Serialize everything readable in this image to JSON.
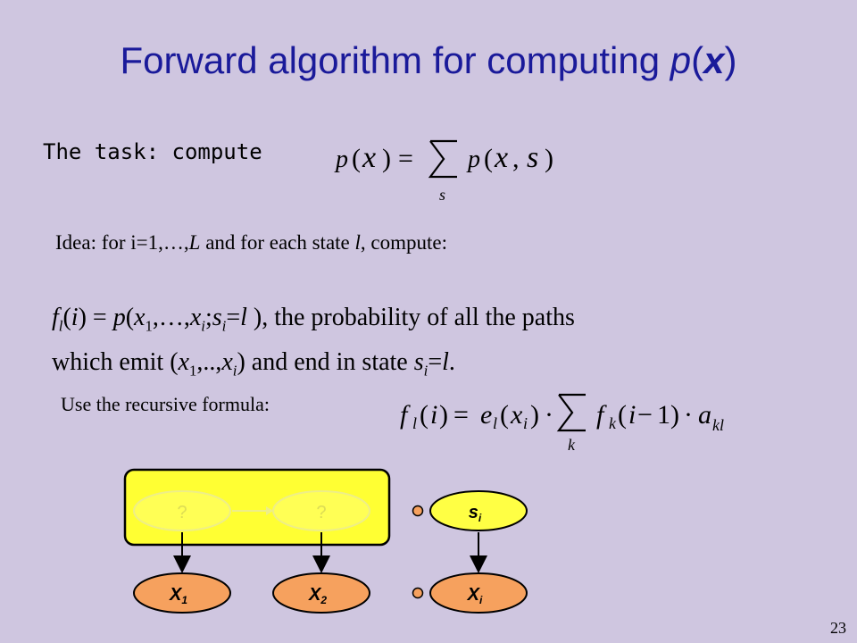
{
  "slide": {
    "title_main": "Forward algorithm for computing ",
    "title_p": "p",
    "title_open": "(",
    "title_x": "x",
    "title_close": ")",
    "task_label": "The task: compute",
    "idea_prefix": "Idea: for i=1,…,",
    "idea_L": "L",
    "idea_mid": " and for each state ",
    "idea_l": "l",
    "idea_suffix": ", compute:",
    "recursive_label": "Use the recursive formula:",
    "page_number": "23"
  },
  "diagram": {
    "hidden_nodes": [
      "?",
      "?"
    ],
    "state_label": "s",
    "state_sub": "i",
    "obs_nodes": [
      {
        "label": "X",
        "sub": "1"
      },
      {
        "label": "X",
        "sub": "2"
      },
      {
        "label": "X",
        "sub": "i"
      }
    ],
    "colors": {
      "yellow_box": "#ffff33",
      "yellow_node": "#ffff44",
      "orange_node": "#f6a15e",
      "connector_dot": "#f6a15e"
    }
  }
}
